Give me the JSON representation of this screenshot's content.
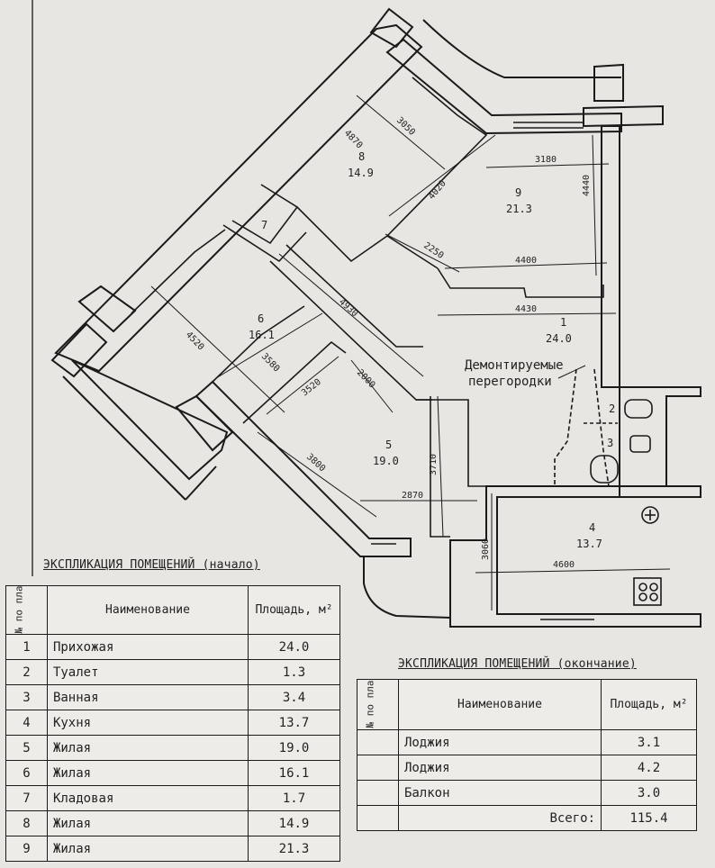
{
  "plan": {
    "rooms": [
      {
        "id": "1",
        "num": "1",
        "area": "24.0"
      },
      {
        "id": "2",
        "num": "2",
        "area": ""
      },
      {
        "id": "3",
        "num": "3",
        "area": ""
      },
      {
        "id": "4",
        "num": "4",
        "area": "13.7"
      },
      {
        "id": "5",
        "num": "5",
        "area": "19.0"
      },
      {
        "id": "6",
        "num": "6",
        "area": "16.1"
      },
      {
        "id": "7",
        "num": "7",
        "area": ""
      },
      {
        "id": "8",
        "num": "8",
        "area": "14.9"
      },
      {
        "id": "9",
        "num": "9",
        "area": "21.3"
      }
    ],
    "dimensions": [
      "4870",
      "3050",
      "4020",
      "3180",
      "4440",
      "2250",
      "4400",
      "4430",
      "4930",
      "4520",
      "3580",
      "3520",
      "2000",
      "3800",
      "3710",
      "2870",
      "3060",
      "4600"
    ],
    "note_line1": "Демонтируемые",
    "note_line2": "перегородки"
  },
  "table_start": {
    "title": "ЭКСПЛИКАЦИЯ ПОМЕЩЕНИЙ (начало)",
    "col_no": "№ по плану",
    "col_name": "Наименование",
    "col_area": "Площадь, м²",
    "rows": [
      {
        "no": "1",
        "name": "Прихожая",
        "area": "24.0"
      },
      {
        "no": "2",
        "name": "Туалет",
        "area": "1.3"
      },
      {
        "no": "3",
        "name": "Ванная",
        "area": "3.4"
      },
      {
        "no": "4",
        "name": "Кухня",
        "area": "13.7"
      },
      {
        "no": "5",
        "name": "Жилая",
        "area": "19.0"
      },
      {
        "no": "6",
        "name": "Жилая",
        "area": "16.1"
      },
      {
        "no": "7",
        "name": "Кладовая",
        "area": "1.7"
      },
      {
        "no": "8",
        "name": "Жилая",
        "area": "14.9"
      },
      {
        "no": "9",
        "name": "Жилая",
        "area": "21.3"
      }
    ]
  },
  "table_end": {
    "title": "ЭКСПЛИКАЦИЯ ПОМЕЩЕНИЙ (окончание)",
    "col_no": "№ по плану",
    "col_name": "Наименование",
    "col_area": "Площадь, м²",
    "rows": [
      {
        "no": "",
        "name": "Лоджия",
        "area": "3.1"
      },
      {
        "no": "",
        "name": "Лоджия",
        "area": "4.2"
      },
      {
        "no": "",
        "name": "Балкон",
        "area": "3.0"
      }
    ],
    "total_label": "Всего:",
    "total_value": "115.4"
  }
}
